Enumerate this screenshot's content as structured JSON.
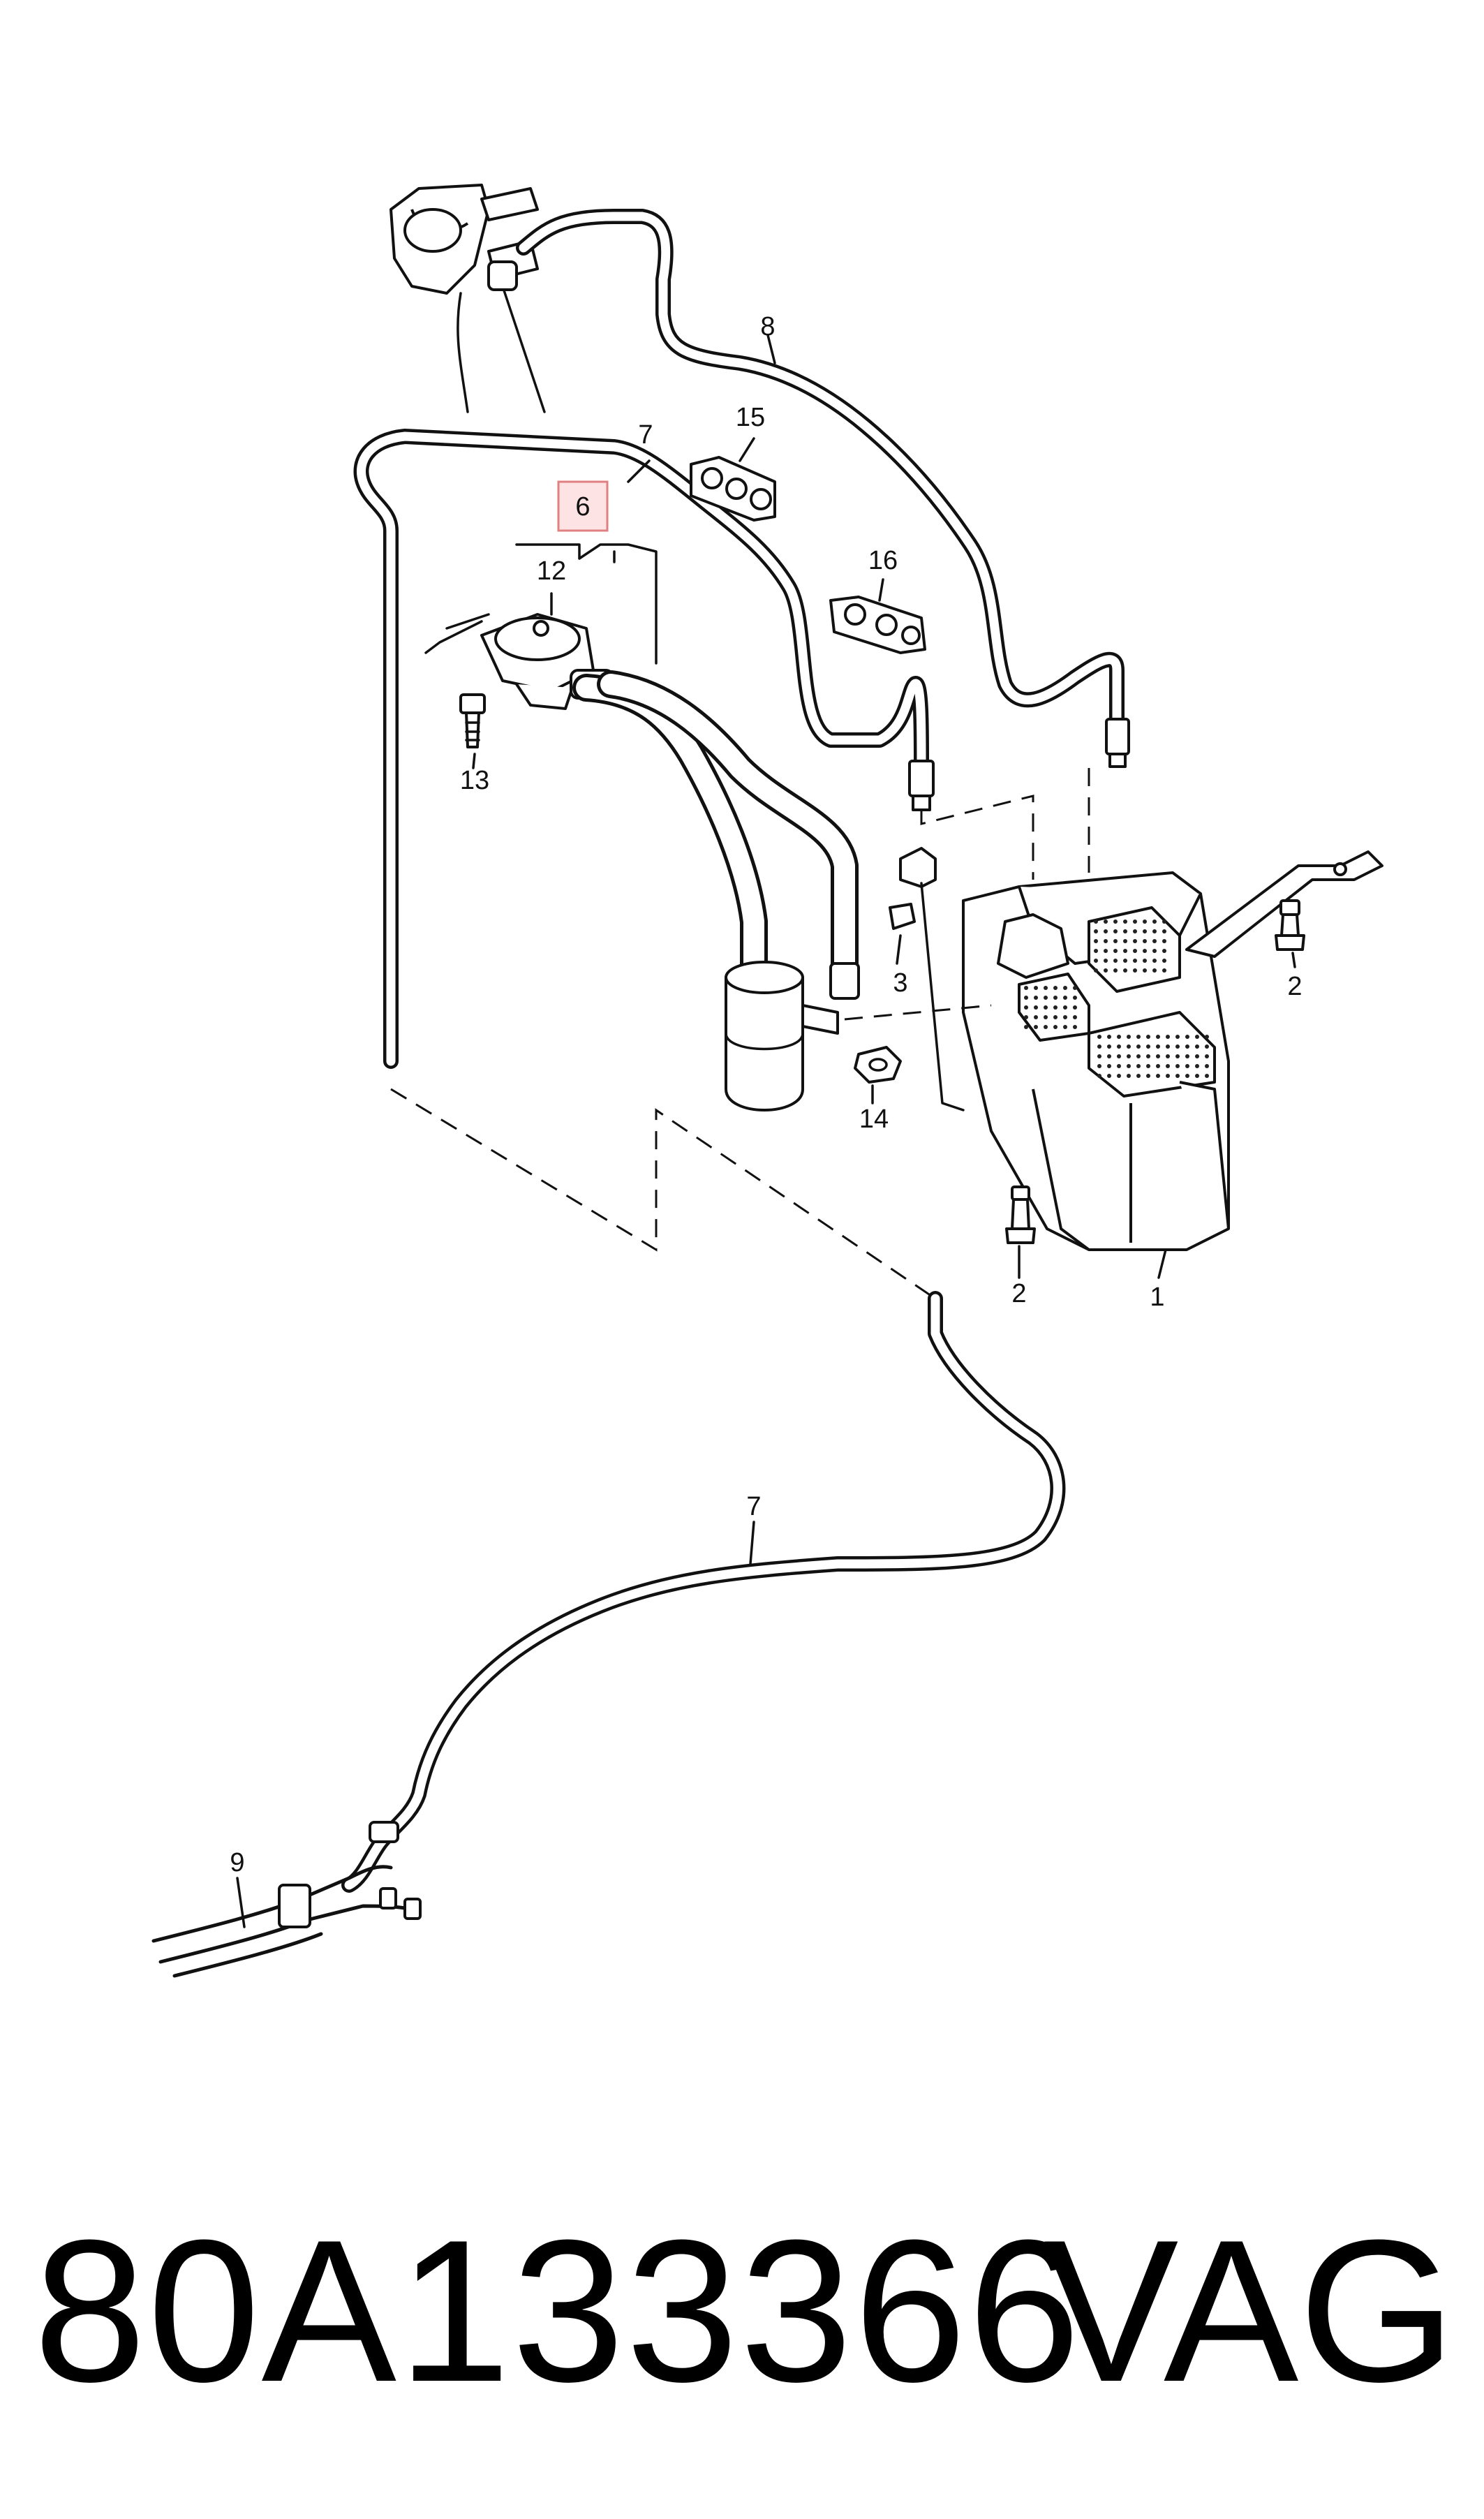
{
  "diagram": {
    "callouts": [
      {
        "id": "c1",
        "label": "1"
      },
      {
        "id": "c2a",
        "label": "2"
      },
      {
        "id": "c2b",
        "label": "2"
      },
      {
        "id": "c3",
        "label": "3"
      },
      {
        "id": "c6",
        "label": "6",
        "highlighted": true
      },
      {
        "id": "c7a",
        "label": "7"
      },
      {
        "id": "c7b",
        "label": "7"
      },
      {
        "id": "c8",
        "label": "8"
      },
      {
        "id": "c9",
        "label": "9"
      },
      {
        "id": "c12",
        "label": "12"
      },
      {
        "id": "c13",
        "label": "13"
      },
      {
        "id": "c14",
        "label": "14"
      },
      {
        "id": "c15",
        "label": "15"
      },
      {
        "id": "c16",
        "label": "16"
      }
    ],
    "highlight_color": "#fde3e3",
    "highlight_border": "#e08080"
  },
  "footer": {
    "part_number": "80A133366",
    "brand": "VAG"
  }
}
